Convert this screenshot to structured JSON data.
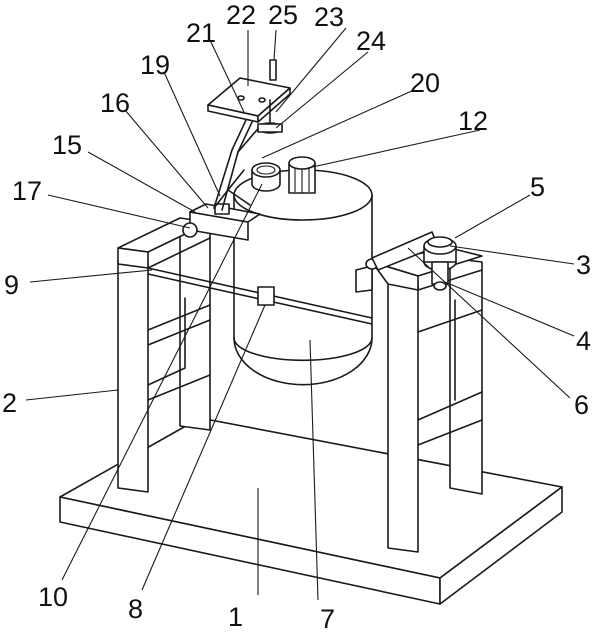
{
  "labels": {
    "n1": "1",
    "n2": "2",
    "n3": "3",
    "n4": "4",
    "n5": "5",
    "n6": "6",
    "n7": "7",
    "n8": "8",
    "n9": "9",
    "n10": "10",
    "n12": "12",
    "n15": "15",
    "n16": "16",
    "n17": "17",
    "n19": "19",
    "n20": "20",
    "n21": "21",
    "n22": "22",
    "n23": "23",
    "n24": "24",
    "n25": "25"
  },
  "colors": {
    "line": "#1a1a1a",
    "background": "#ffffff"
  }
}
